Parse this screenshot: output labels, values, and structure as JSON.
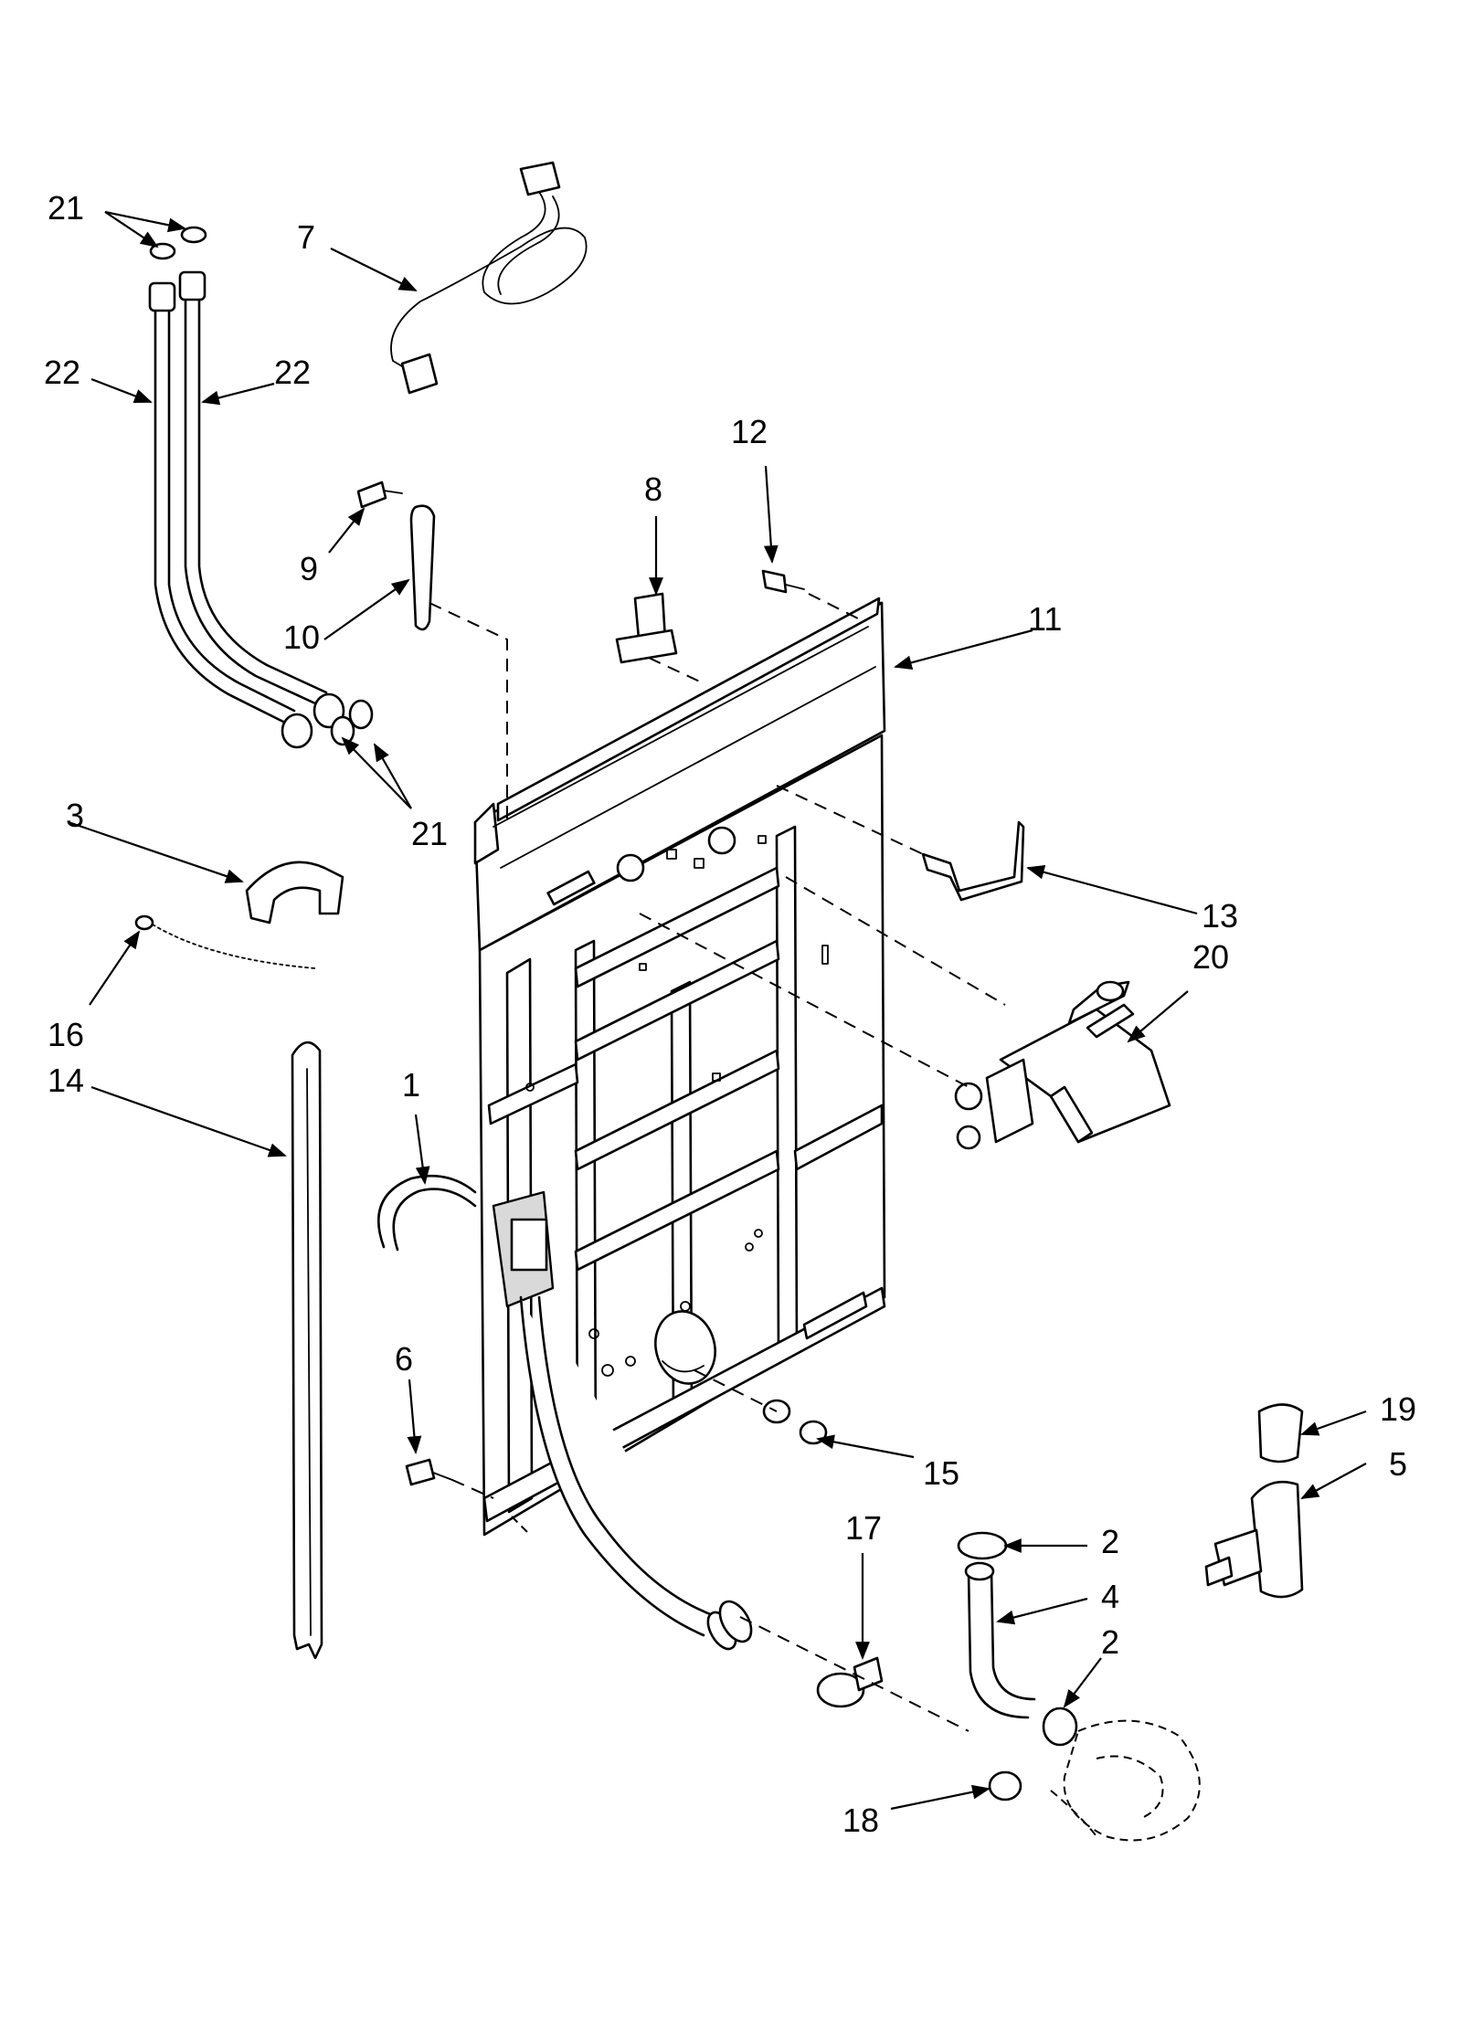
{
  "callouts": {
    "c1": "1",
    "c2a": "2",
    "c2b": "2",
    "c3": "3",
    "c4": "4",
    "c5": "5",
    "c6": "6",
    "c7": "7",
    "c8": "8",
    "c9": "9",
    "c10": "10",
    "c11": "11",
    "c12": "12",
    "c13": "13",
    "c14": "14",
    "c15": "15",
    "c16": "16",
    "c17": "17",
    "c18": "18",
    "c19": "19",
    "c20": "20",
    "c21a": "21",
    "c21b": "21",
    "c22a": "22",
    "c22b": "22"
  }
}
